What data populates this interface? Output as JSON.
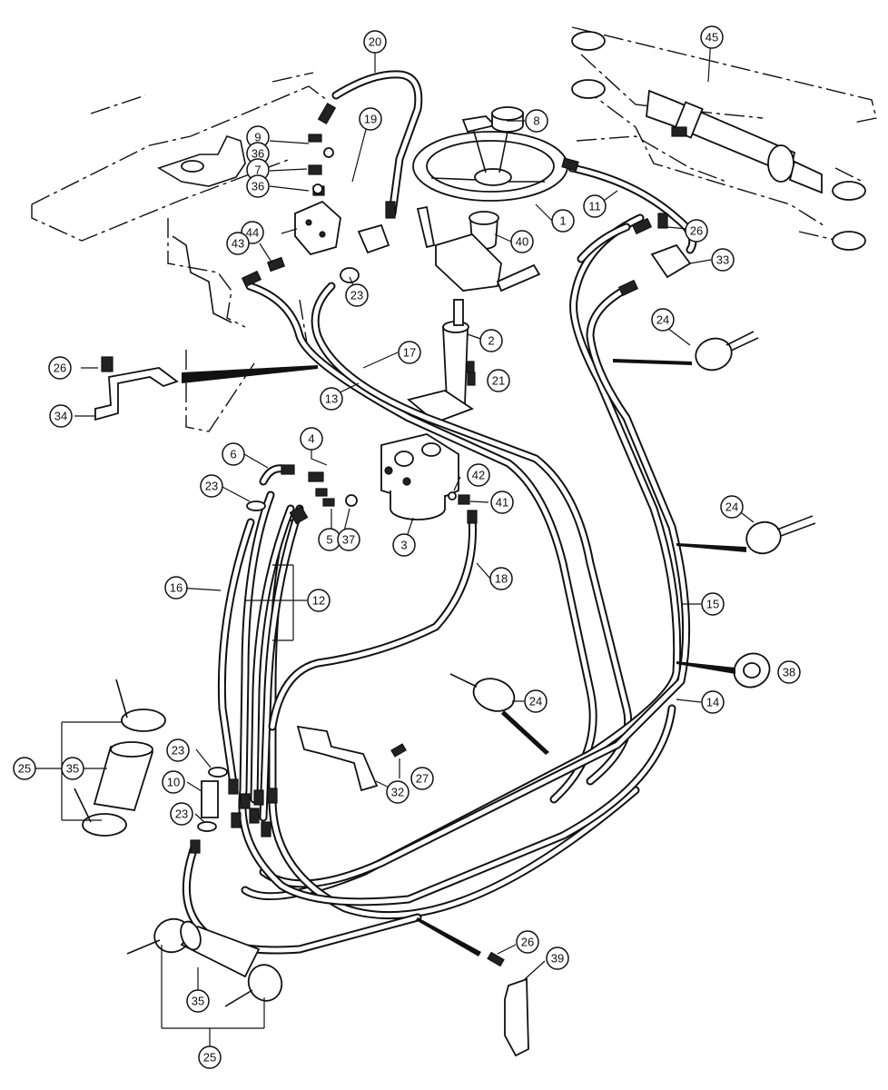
{
  "callouts": [
    {
      "id": "1",
      "label": "1"
    },
    {
      "id": "2",
      "label": "2"
    },
    {
      "id": "3",
      "label": "3"
    },
    {
      "id": "4",
      "label": "4"
    },
    {
      "id": "5",
      "label": "5"
    },
    {
      "id": "6",
      "label": "6"
    },
    {
      "id": "7",
      "label": "7"
    },
    {
      "id": "8",
      "label": "8"
    },
    {
      "id": "9",
      "label": "9"
    },
    {
      "id": "10",
      "label": "10"
    },
    {
      "id": "11",
      "label": "11"
    },
    {
      "id": "12",
      "label": "12"
    },
    {
      "id": "13",
      "label": "13"
    },
    {
      "id": "14",
      "label": "14"
    },
    {
      "id": "15",
      "label": "15"
    },
    {
      "id": "16",
      "label": "16"
    },
    {
      "id": "17",
      "label": "17"
    },
    {
      "id": "18",
      "label": "18"
    },
    {
      "id": "19",
      "label": "19"
    },
    {
      "id": "20",
      "label": "20"
    },
    {
      "id": "21",
      "label": "21"
    },
    {
      "id": "23a",
      "label": "23"
    },
    {
      "id": "23b",
      "label": "23"
    },
    {
      "id": "23c",
      "label": "23"
    },
    {
      "id": "23d",
      "label": "23"
    },
    {
      "id": "24a",
      "label": "24"
    },
    {
      "id": "24b",
      "label": "24"
    },
    {
      "id": "24c",
      "label": "24"
    },
    {
      "id": "25a",
      "label": "25"
    },
    {
      "id": "25b",
      "label": "25"
    },
    {
      "id": "26a",
      "label": "26"
    },
    {
      "id": "26b",
      "label": "26"
    },
    {
      "id": "26c",
      "label": "26"
    },
    {
      "id": "27",
      "label": "27"
    },
    {
      "id": "32",
      "label": "32"
    },
    {
      "id": "33",
      "label": "33"
    },
    {
      "id": "34",
      "label": "34"
    },
    {
      "id": "35a",
      "label": "35"
    },
    {
      "id": "35b",
      "label": "35"
    },
    {
      "id": "36a",
      "label": "36"
    },
    {
      "id": "36b",
      "label": "36"
    },
    {
      "id": "37",
      "label": "37"
    },
    {
      "id": "38",
      "label": "38"
    },
    {
      "id": "39",
      "label": "39"
    },
    {
      "id": "40",
      "label": "40"
    },
    {
      "id": "41",
      "label": "41"
    },
    {
      "id": "42",
      "label": "42"
    },
    {
      "id": "43",
      "label": "43"
    },
    {
      "id": "44",
      "label": "44"
    },
    {
      "id": "45",
      "label": "45"
    }
  ]
}
